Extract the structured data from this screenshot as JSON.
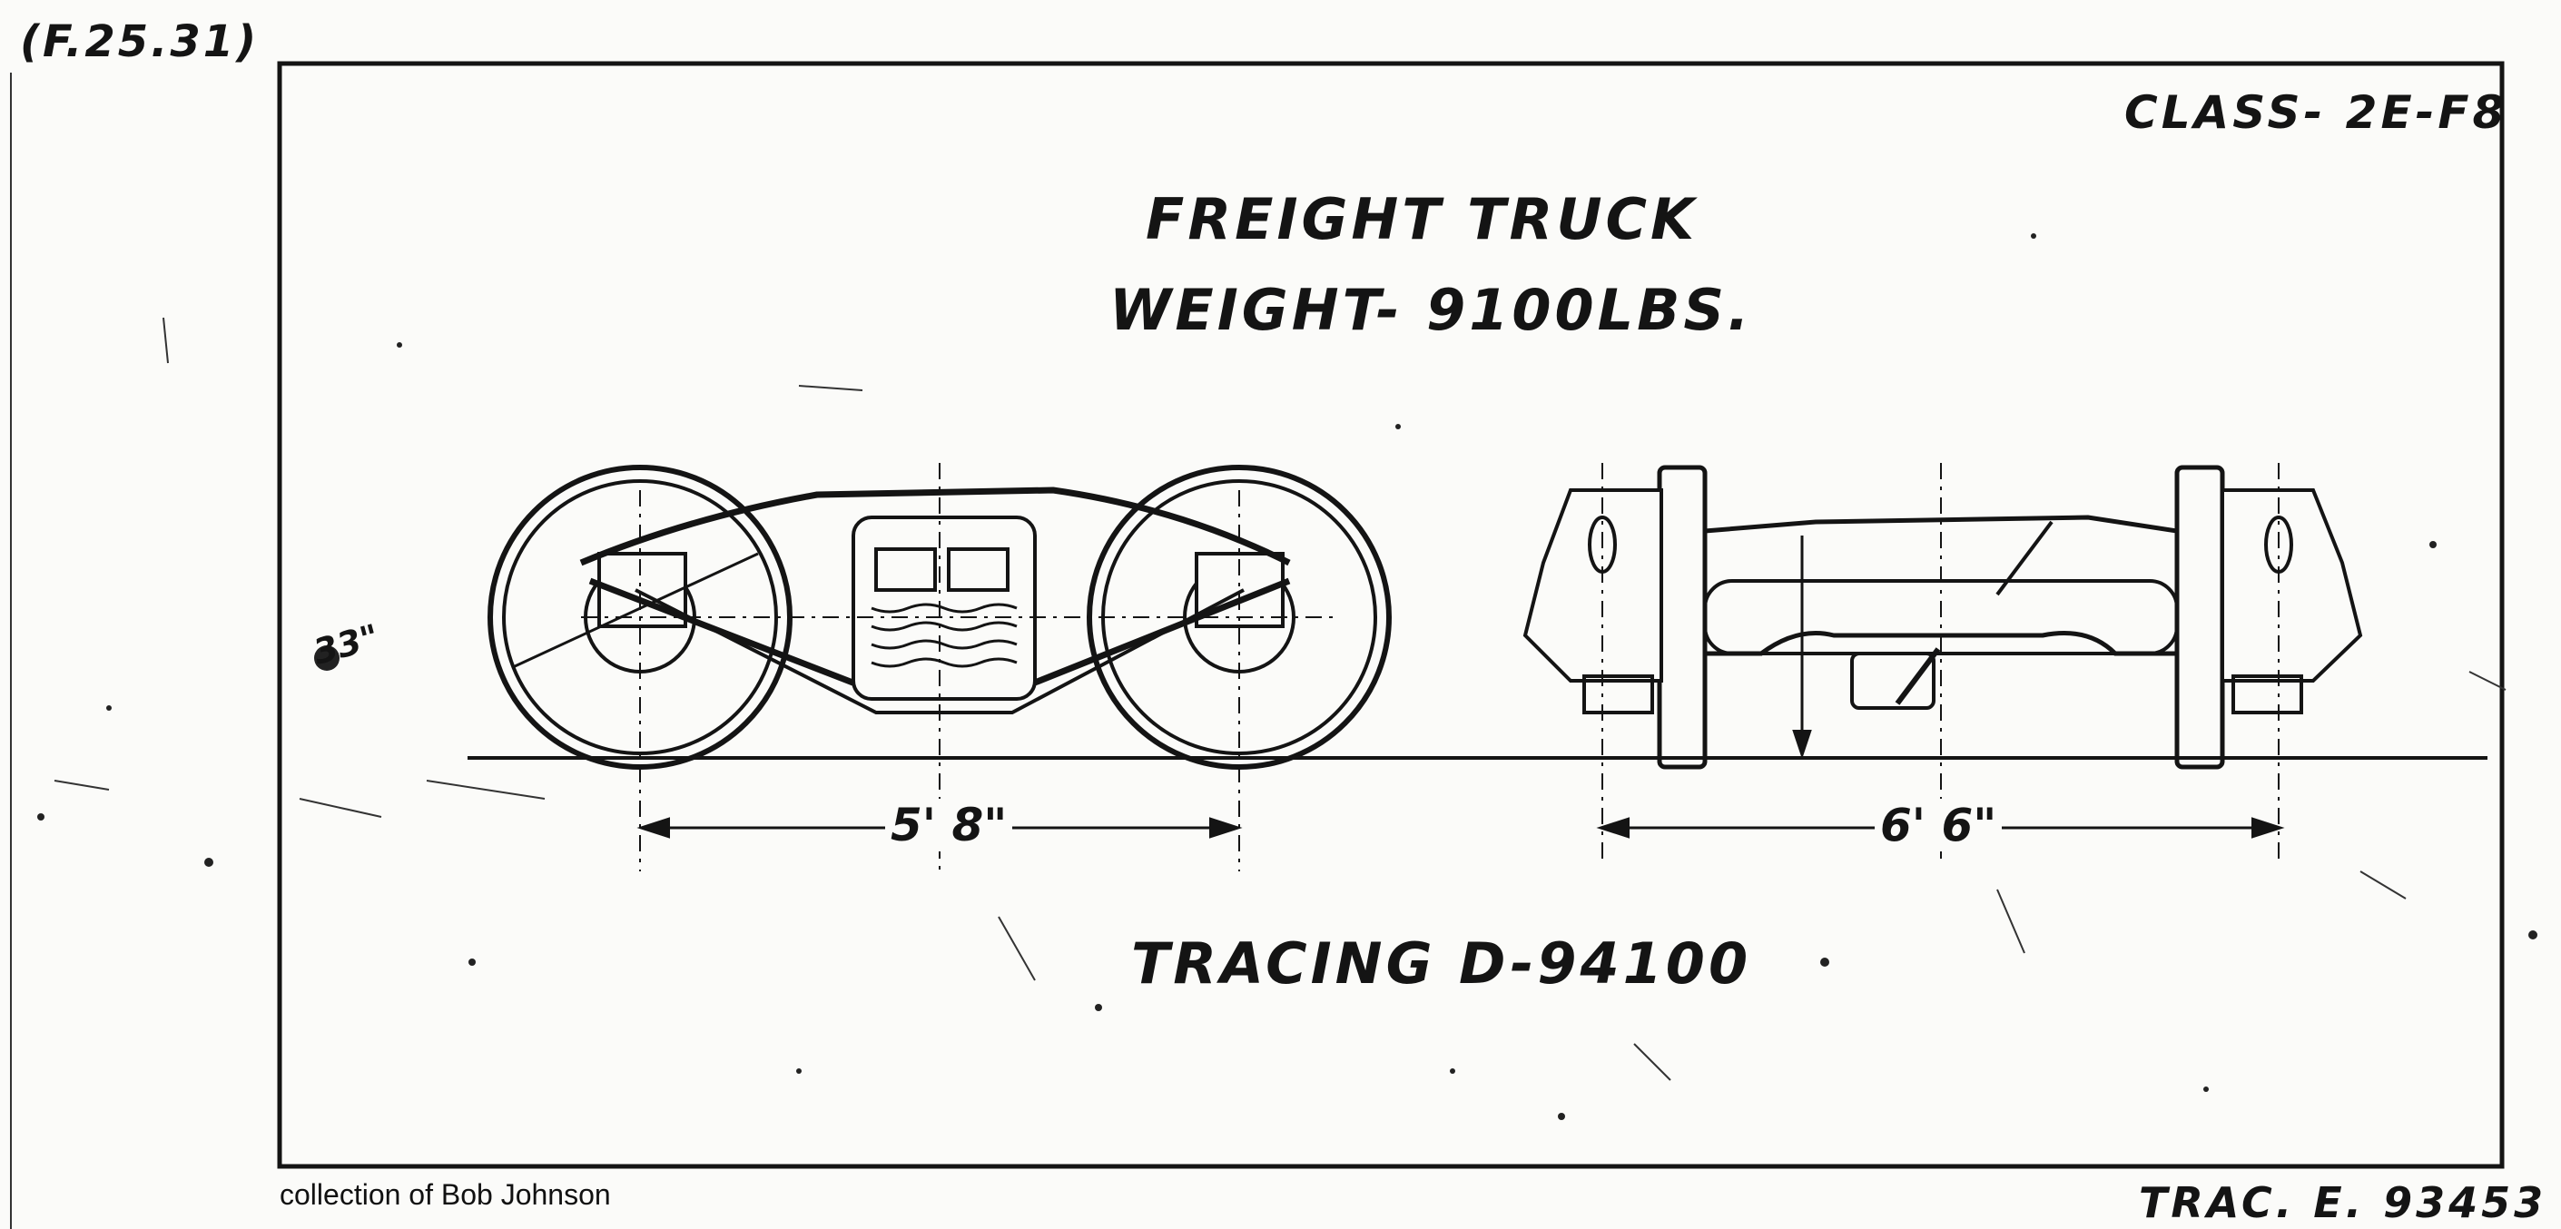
{
  "header": {
    "corner_note": "(F.25.31)",
    "class_label": "CLASS- 2E-F8"
  },
  "title": {
    "line1": "FREIGHT TRUCK",
    "line2": "WEIGHT- 9100LBS."
  },
  "dimensions": {
    "wheelbase": "5' 8\"",
    "gauge": "6' 6\"",
    "wheel_diameter": "33\""
  },
  "footer": {
    "tracing": "TRACING D-94100",
    "collection": "collection of Bob Johnson",
    "trac_number": "TRAC. E. 93453"
  },
  "colors": {
    "paper": "#fbfbf9",
    "ink": "#141414"
  }
}
